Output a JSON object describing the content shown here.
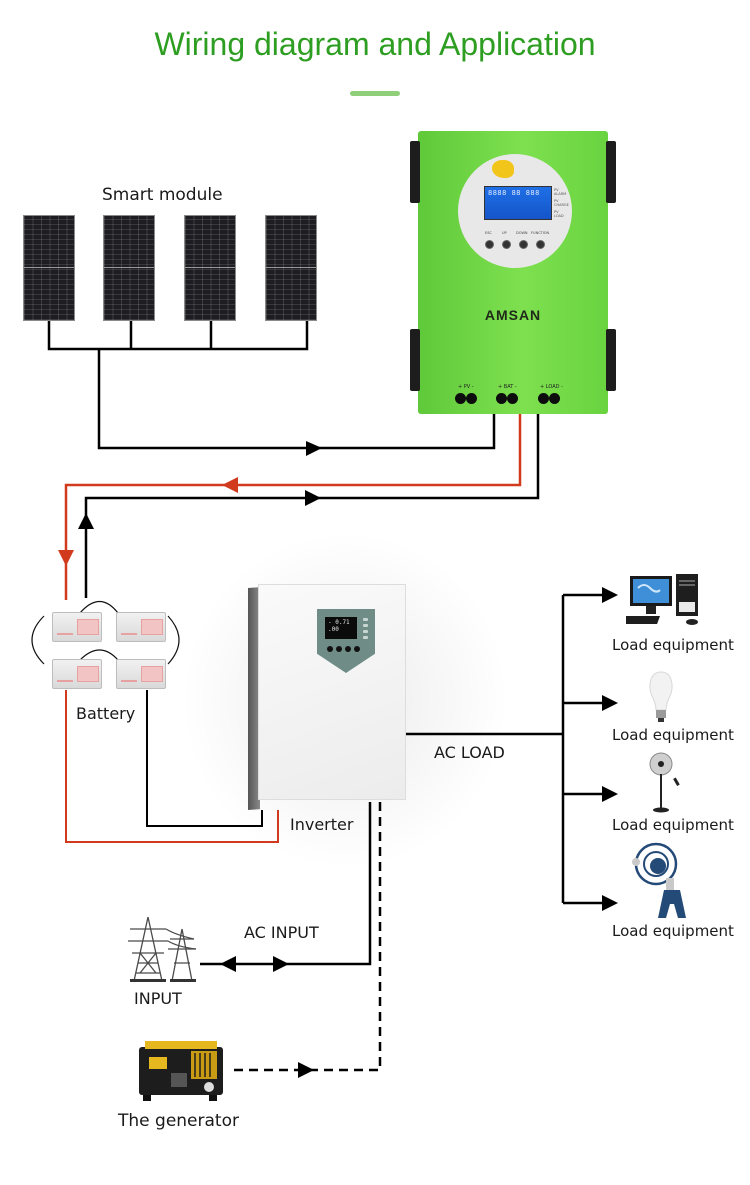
{
  "title": "Wiring diagram and Application",
  "solar": {
    "label": "Smart module",
    "panel_count": 4,
    "icon": "solar-panel-icon"
  },
  "controller": {
    "brand": "AMSAN",
    "lcd_text": "8888 88 888",
    "buttons": [
      "ESC",
      "UP",
      "DOWN",
      "FUNCTION"
    ],
    "indicators": [
      "PV ALARM",
      "PV CHARGE",
      "PV LOAD"
    ],
    "terminals": [
      "+ PV -",
      "+ BAT -",
      "+ LOAD -"
    ]
  },
  "battery": {
    "label": "Battery",
    "count": 4
  },
  "inverter": {
    "label": "Inverter",
    "lcd_text": "- 0.71 .00"
  },
  "ac_load": {
    "label": "AC LOAD",
    "loads": [
      {
        "label": "Load equipment",
        "icon": "computer-icon"
      },
      {
        "label": "Load equipment",
        "icon": "light-bulb-icon"
      },
      {
        "label": "Load equipment",
        "icon": "standing-fan-icon"
      },
      {
        "label": "Load equipment",
        "icon": "industrial-fan-icon"
      }
    ]
  },
  "ac_input": {
    "label": "AC INPUT",
    "source_label": "INPUT",
    "icon": "power-tower-icon"
  },
  "generator": {
    "label": "The generator",
    "icon": "generator-icon"
  },
  "colors": {
    "title": "#2e9e22",
    "accent_bar": "#8fcf7a",
    "controller_green": "#6fd845",
    "positive_wire": "#d23a1e",
    "negative_wire": "#000000"
  }
}
